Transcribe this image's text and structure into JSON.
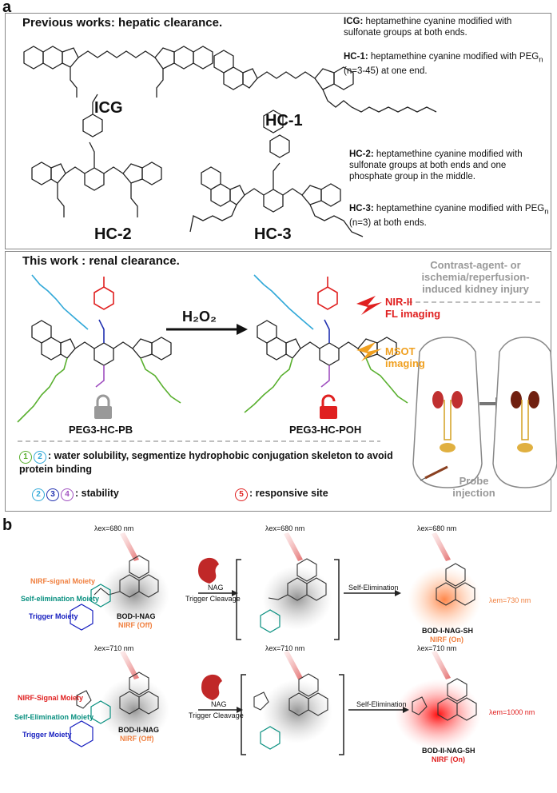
{
  "panel_a": {
    "letter": "a",
    "prev_header": "Previous works: hepatic clearance.",
    "icg_desc_name": "ICG:",
    "icg_desc": " heptamethine cyanine modified with sulfonate groups at both ends.",
    "hc1_desc_name": "HC-1:",
    "hc1_desc": " heptamethine cyanine modified with PEG",
    "hc1_desc_sub": "n",
    "hc1_desc_tail": " (n=3-45) at one end.",
    "hc2_desc_name": "HC-2:",
    "hc2_desc": " heptamethine cyanine modified with sulfonate groups at both ends and one phosphate group in the middle.",
    "hc3_desc_name": "HC-3:",
    "hc3_desc": " heptamethine cyanine modified with PEG",
    "hc3_desc_sub": "n",
    "hc3_desc_tail": " (n=3) at both ends.",
    "labels": {
      "icg": "ICG",
      "hc1": "HC-1",
      "hc2": "HC-2",
      "hc3": "HC-3"
    },
    "this_header": "This work : renal clearance.",
    "reagent": "H₂O₂",
    "nir_label": "NIR-II\nFL imaging",
    "msot_label": "MSOT\nimaging",
    "probe_pb": "PEG3-HC-PB",
    "probe_poh": "PEG3-HC-POH",
    "injury_title": "Contrast-agent- or ischemia/reperfusion-induced kidney injury",
    "injection_label": "Probe injection",
    "legend1": ": water solubility, segmentize hydrophobic conjugation skeleton to avoid protein binding",
    "legend2": ": stability",
    "legend3": ": responsive site",
    "colors": {
      "red": "#e02020",
      "blue": "#2030b0",
      "green": "#5ab030",
      "cyan": "#30a8d8",
      "purple": "#a050c0",
      "orange": "#f0a020"
    }
  },
  "panel_b": {
    "letter": "b",
    "row1": {
      "ex1": "λex=680 nm",
      "ex2": "λex=680 nm",
      "ex3": "λex=680 nm",
      "moiety_signal": "NIRF-signal Moiety",
      "moiety_self": "Self-elimination Moiety",
      "moiety_trigger": "Trigger Moiety",
      "probe": "BOD-I-NAG",
      "probe_state": "NIRF (Off)",
      "enzyme": "NAG",
      "cleavage": "Trigger Cleavage",
      "self_elim": "Self-Elimination",
      "product": "BOD-I-NAG-SH",
      "product_state": "NIRF (On)",
      "em": "λem=730 nm"
    },
    "row2": {
      "ex1": "λex=710 nm",
      "ex2": "λex=710 nm",
      "ex3": "λex=710 nm",
      "moiety_signal": "NIRF-Signal Moiety",
      "moiety_self": "Self-Elimination Moiety",
      "moiety_trigger": "Trigger Moiety",
      "probe": "BOD-II-NAG",
      "probe_state": "NIRF (Off)",
      "enzyme": "NAG",
      "cleavage": "Trigger Cleavage",
      "self_elim": "Self-Elimination",
      "product": "BOD-II-NAG-SH",
      "product_state": "NIRF (On)",
      "em": "λem=1000 nm"
    }
  }
}
